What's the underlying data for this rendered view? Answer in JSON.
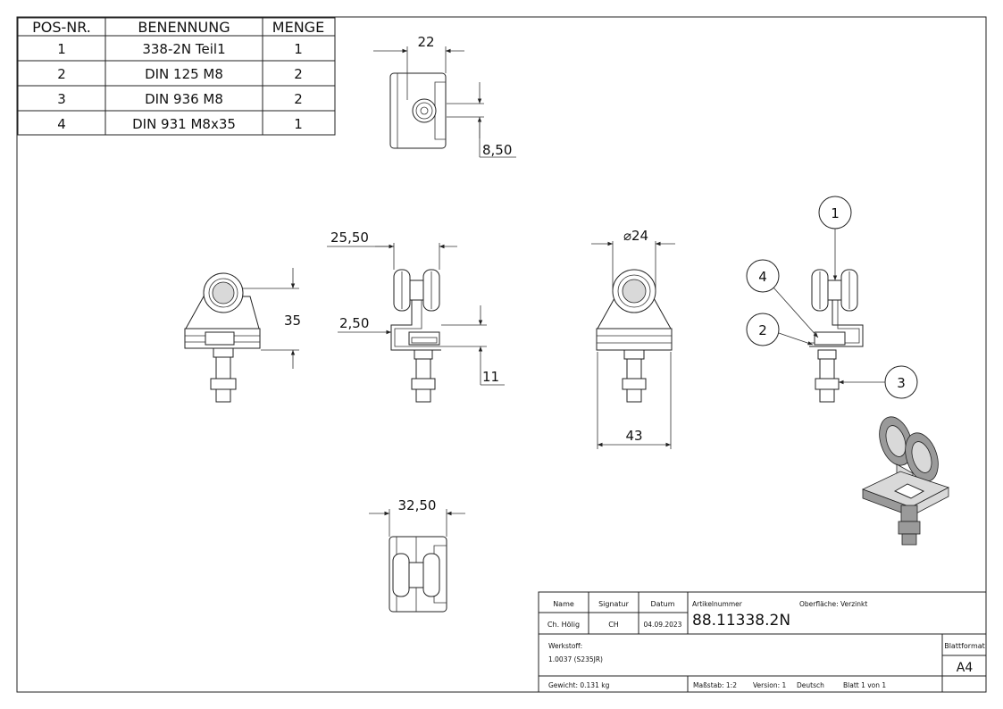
{
  "bom": {
    "headers": [
      "POS-NR.",
      "BENENNUNG",
      "MENGE"
    ],
    "rows": [
      {
        "pos": "1",
        "name": "338-2N Teil1",
        "qty": "1"
      },
      {
        "pos": "2",
        "name": "DIN 125 M8",
        "qty": "2"
      },
      {
        "pos": "3",
        "name": "DIN 936 M8",
        "qty": "2"
      },
      {
        "pos": "4",
        "name": "DIN 931 M8x35",
        "qty": "1"
      }
    ]
  },
  "dimensions": {
    "top_width": "22",
    "top_offset": "8,50",
    "side_width": "25,50",
    "side_thickness": "2,50",
    "side_height": "11",
    "front_height": "35",
    "right_diameter": "⌀24",
    "right_width": "43",
    "bottom_width": "32,50"
  },
  "balloons": [
    "1",
    "4",
    "2",
    "3"
  ],
  "title_block": {
    "name_label": "Name",
    "signature_label": "Signatur",
    "date_label": "Datum",
    "name": "Ch. Hölig",
    "signature": "CH",
    "date": "04.09.2023",
    "article_label": "Artikelnummer",
    "surface_label": "Oberfläche:",
    "surface": "Verzinkt",
    "article_number": "88.11338.2N",
    "material_label": "Werkstoff:",
    "material": "1.0037 (S235JR)",
    "format_label": "Blattformat",
    "format": "A4",
    "weight": "Gewicht: 0.131 kg",
    "scale": "Maßstab: 1:2",
    "version": "Version: 1",
    "language": "Deutsch",
    "sheet": "Blatt 1 von 1"
  }
}
